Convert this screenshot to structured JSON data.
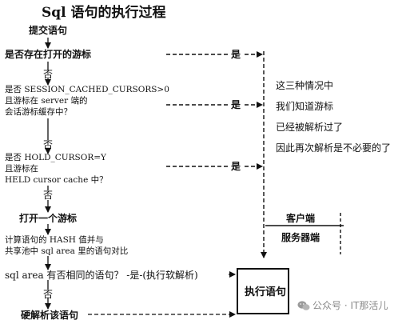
{
  "title": "Sql 语句的执行过程",
  "steps": {
    "submit": "提交语句",
    "q1": "是否存在打开的游标",
    "q2_line1": "是否 SESSION_CACHED_CURSORS>0",
    "q2_line2": "且游标在 server 端的",
    "q2_line3": "会话游标缓存中？",
    "q3_line1": "是否 HOLD_CURSOR=Y",
    "q3_line2": "且游标在",
    "q3_line3": "HELD cursor cache 中？",
    "open_cursor": "打开一个游标",
    "hash_line1": "计算语句的 HASH 值并与",
    "hash_line2": "共享池中 sql area 里的语句对比",
    "q4": "sql area 有否相同的语句？ -是-(执行软解析)",
    "hard_parse": "硬解析该语句"
  },
  "labels": {
    "yes": "是",
    "no": "否"
  },
  "note": {
    "line1": "这三种情况中",
    "line2": "我们知道游标",
    "line3": "已经被解析过了",
    "line4": "因此再次解析是不必要的了"
  },
  "legend": {
    "client": "客户端",
    "server": "服务器端"
  },
  "exec_box": "执行语句",
  "watermark": "公众号 · IT那活儿"
}
